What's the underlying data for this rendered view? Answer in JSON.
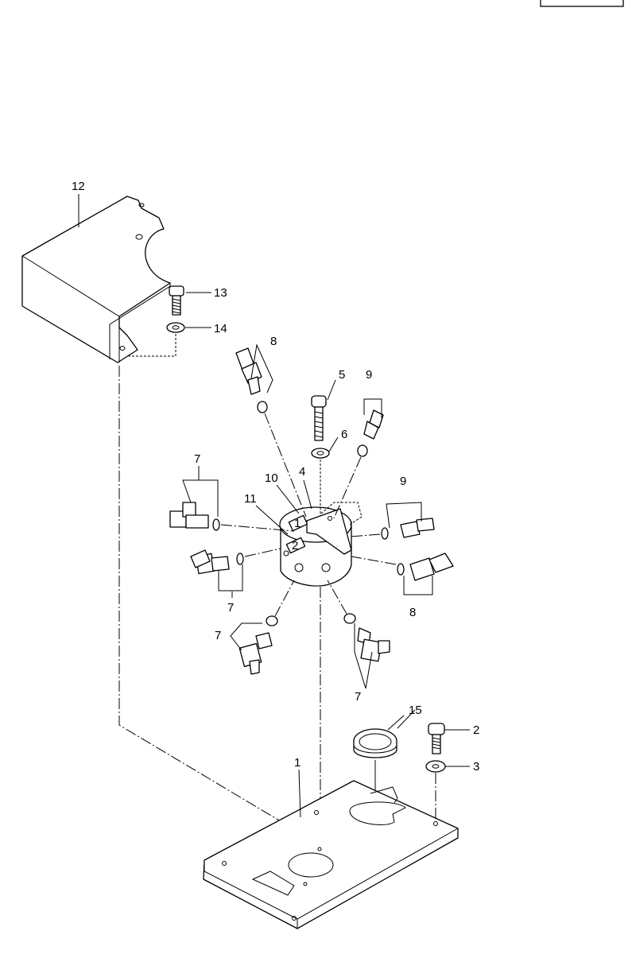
{
  "page_ref": "",
  "callouts": {
    "c1": "1",
    "c2": "2",
    "c3": "3",
    "c4": "4",
    "c5": "5",
    "c6": "6",
    "c7a": "7",
    "c7b": "7",
    "c7c": "7",
    "c7d": "7",
    "c8a": "8",
    "c8b": "8",
    "c9a": "9",
    "c9b": "9",
    "c10": "10",
    "c11": "11",
    "c12": "12",
    "c13": "13",
    "c14": "14",
    "c15": "15"
  },
  "block_marks": {
    "m1": "1",
    "m2": "2"
  }
}
